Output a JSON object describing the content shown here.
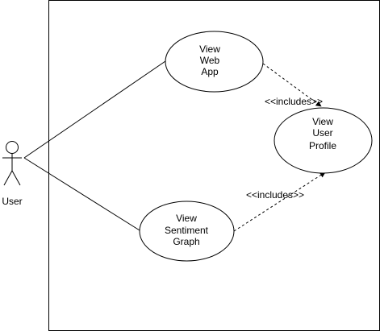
{
  "actor": {
    "label": "User"
  },
  "use_cases": {
    "web_app": {
      "lines": [
        "View",
        "Web",
        "App"
      ]
    },
    "user_profile": {
      "lines": [
        "View",
        "User",
        "Profile"
      ]
    },
    "sentiment_graph": {
      "lines": [
        "View",
        "Sentiment",
        "Graph"
      ]
    }
  },
  "relations": {
    "include_top": "<<includes>>",
    "include_bottom": "<<includes>>"
  },
  "colors": {
    "stroke": "#000000",
    "background": "#ffffff"
  }
}
